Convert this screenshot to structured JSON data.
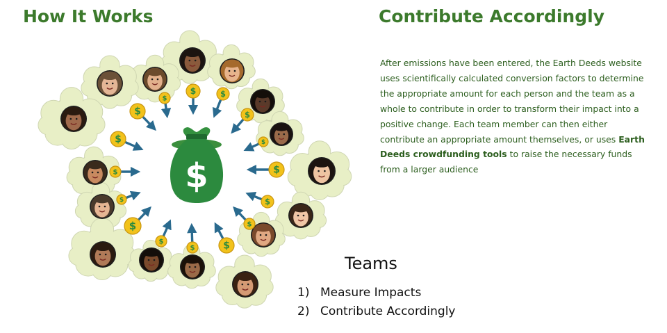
{
  "left_title": "How It Works",
  "right_title": "Contribute Accordingly",
  "description": {
    "part1": "After emissions have been entered, the Earth Deeds website uses scientifically calculated conversion factors to determine the appropriate amount for each person and the team as a whole to contribute in order to transform their impact into a positive change. Each team member can then either contribute an appropriate amount themselves, or uses ",
    "bold": "Earth Deeds crowdfunding tools",
    "part2": " to raise the necessary funds from a larger audience"
  },
  "diagram": {
    "center_symbol": "$",
    "coin_symbol": "$",
    "center_icon": "money-bag-icon",
    "member_icon": "person-avatar-icon",
    "colors": {
      "cloud_fill": "#e8efc6",
      "cloud_stroke": "#cfd6b2",
      "arrow": "#2a6a8e",
      "coin": "#f2c21b",
      "bag": "#2c8a3e",
      "title_green": "#3c7a2c"
    }
  },
  "teams": {
    "title": "Teams",
    "steps": [
      {
        "num": "1)",
        "label": "Measure Impacts"
      },
      {
        "num": "2)",
        "label": "Contribute Accordingly"
      }
    ]
  }
}
